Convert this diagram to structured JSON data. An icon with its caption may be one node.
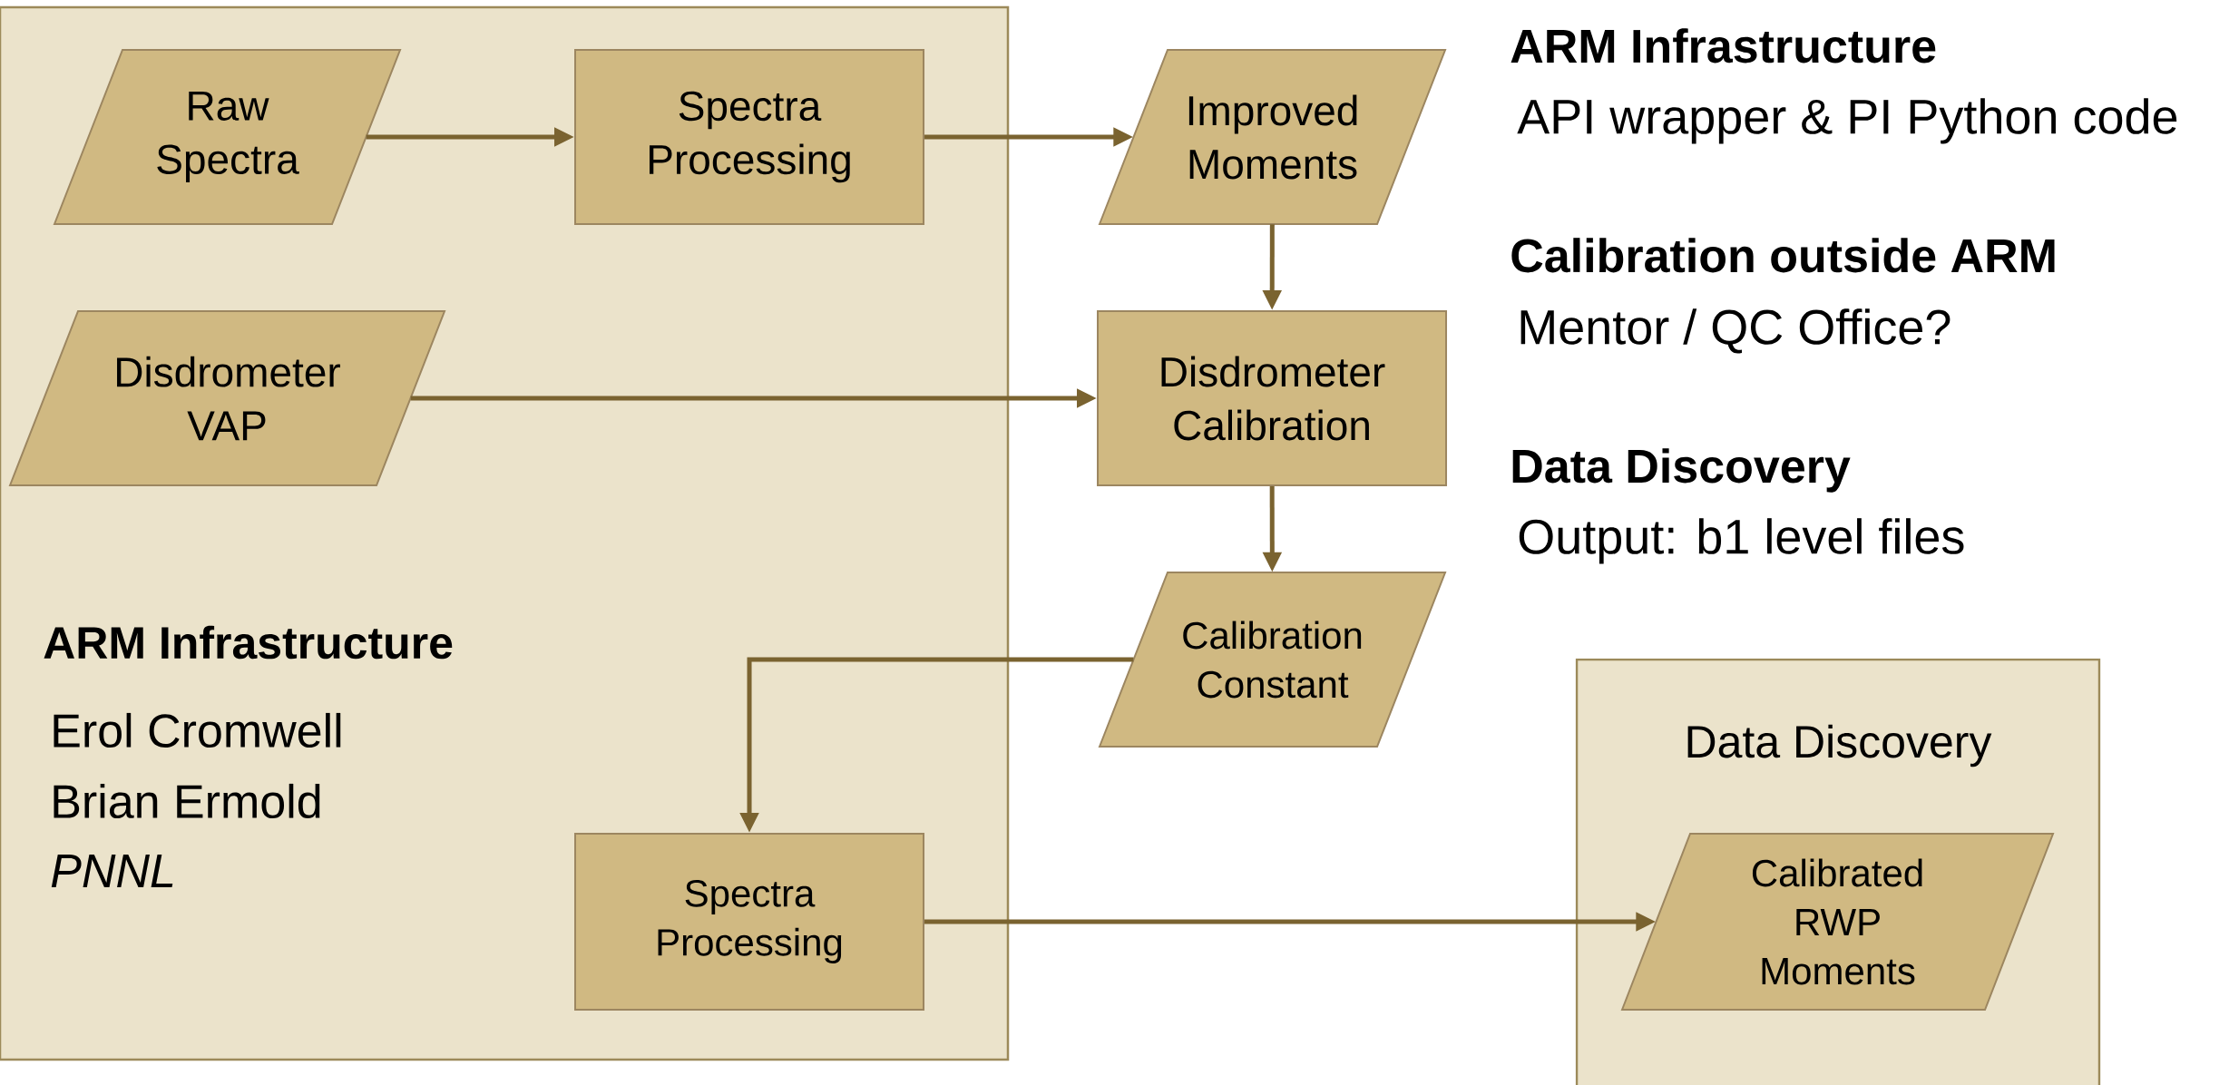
{
  "diagram": {
    "nodes": [
      {
        "text": [
          "ARM Infrastructure",
          "Erol Cromwell",
          "Brian Ermold",
          "PNNL"
        ]
      },
      {
        "text": [
          "Raw Spectra"
        ],
        "in": 0
      },
      {
        "text": [
          "Spectra Processing"
        ],
        "in": 0
      },
      {
        "text": [
          "Improved Moments"
        ]
      },
      {
        "text": [
          "Disdrometer VAP"
        ],
        "in": 0
      },
      {
        "text": [
          "Disdrometer Calibration"
        ]
      },
      {
        "text": [
          "Calibration Constant"
        ]
      },
      {
        "text": [
          "Spectra Processing"
        ],
        "in": 0
      },
      {
        "text": [
          "Data Discovery"
        ]
      },
      {
        "text": [
          "Calibrated RWP Moments"
        ],
        "in": 8
      }
    ],
    "edges": [
      {
        "from": 1,
        "to": 2,
        "arrow": "to"
      },
      {
        "from": 2,
        "to": 3,
        "arrow": "to"
      },
      {
        "from": 3,
        "to": 5,
        "arrow": "to"
      },
      {
        "from": 4,
        "to": 5,
        "arrow": "to"
      },
      {
        "from": 5,
        "to": 6,
        "arrow": "to"
      },
      {
        "from": 6,
        "to": 7,
        "arrow": "to"
      },
      {
        "from": 7,
        "to": 9,
        "arrow": "to"
      }
    ],
    "labels": [
      "ARM Infrastructure",
      "API wrapper & PI Python code",
      "Calibration outside ARM",
      "Mentor / QC Office?",
      "Data Discovery",
      "Output: b1 level files"
    ]
  }
}
